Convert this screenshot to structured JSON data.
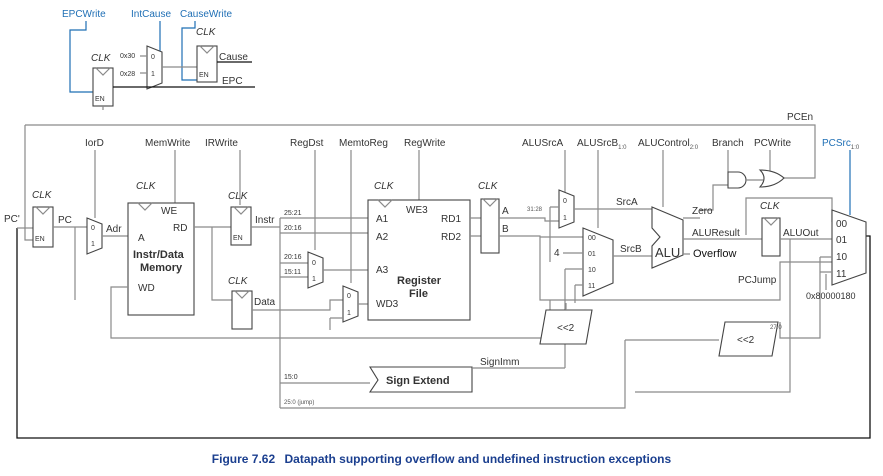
{
  "control_signals": {
    "epcwrite": "EPCWrite",
    "intcause": "IntCause",
    "causewrite": "CauseWrite",
    "iord": "IorD",
    "memwrite": "MemWrite",
    "irwrite": "IRWrite",
    "regdst": "RegDst",
    "memtoreg": "MemtoReg",
    "regwrite": "RegWrite",
    "alusrca": "ALUSrcA",
    "alusrcb": "ALUSrcB",
    "alusrcb_sub": "1:0",
    "alucontrol": "ALUControl",
    "alucontrol_sub": "2:0",
    "branch": "Branch",
    "pcwrite": "PCWrite",
    "pcen": "PCEn",
    "pcsrc": "PCSrc",
    "pcsrc_sub": "1:0"
  },
  "labels": {
    "clk": "CLK",
    "en": "EN",
    "we": "WE",
    "we3": "WE3",
    "pc_prime": "PC'",
    "pc": "PC",
    "adr": "Adr",
    "a": "A",
    "rd": "RD",
    "wd": "WD",
    "memory_line1": "Instr/Data",
    "memory_line2": "Memory",
    "instr": "Instr",
    "data": "Data",
    "a1": "A1",
    "a2": "A2",
    "a3": "A3",
    "wd3": "WD3",
    "rd1": "RD1",
    "rd2": "RD2",
    "regfile_line1": "Register",
    "regfile_line2": "File",
    "reg_a": "A",
    "reg_b": "B",
    "srca": "SrcA",
    "srcb": "SrcB",
    "alu": "ALU",
    "zero": "Zero",
    "aluresult": "ALUResult",
    "overflow": "Overflow",
    "aluout": "ALUOut",
    "pcjump": "PCJump",
    "signimm": "SignImm",
    "sign_extend": "Sign Extend",
    "shift2": "<<2",
    "four": "4",
    "cause": "Cause",
    "epc": "EPC",
    "exception_addr": "0x80000180",
    "hex30": "0x30",
    "hex28": "0x28"
  },
  "bit_fields": {
    "f25_21": "25:21",
    "f20_16a": "20:16",
    "f20_16b": "20:16",
    "f15_11": "15:11",
    "f15_0": "15:0",
    "f25_0": "25:0 (jump)",
    "f31_28": "31:28",
    "f27_0": "27:0"
  },
  "mux_inputs": {
    "zero": "0",
    "one": "1",
    "b00": "00",
    "b01": "01",
    "b10": "10",
    "b11": "11"
  },
  "caption": {
    "figure": "Figure 7.62",
    "text": "Datapath supporting overflow and undefined instruction exceptions"
  }
}
